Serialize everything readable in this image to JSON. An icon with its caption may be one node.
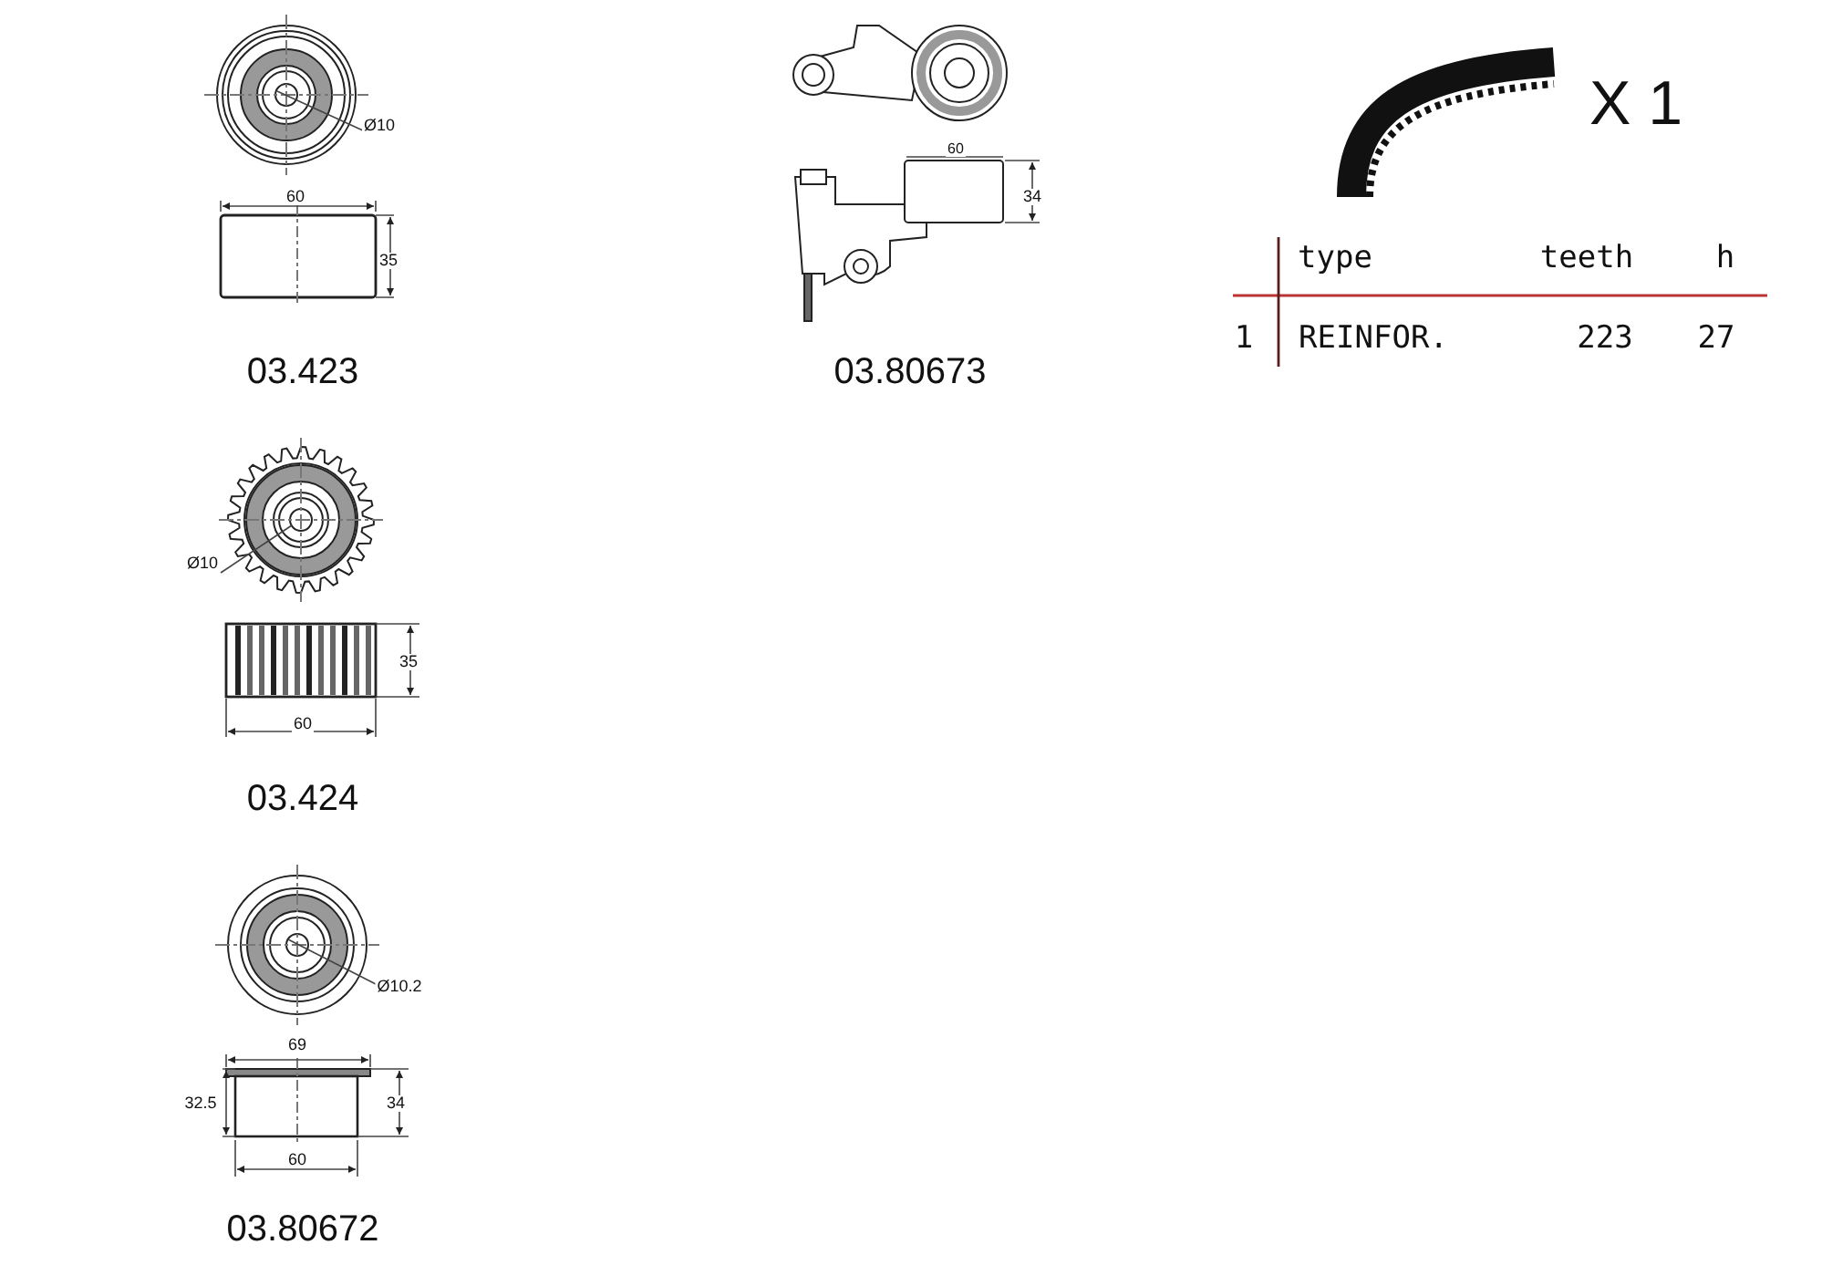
{
  "diagram": {
    "labels": [
      "Ø10",
      "60",
      "35",
      "03.423",
      "60",
      "34",
      "03.80673",
      "X 1",
      "type",
      "teeth",
      "h",
      "1",
      "REINFOR.",
      "223",
      "27",
      "Ø10",
      "35",
      "60",
      "03.424",
      "Ø10.2",
      "69",
      "32.5",
      "34",
      "60",
      "03.80672"
    ]
  }
}
